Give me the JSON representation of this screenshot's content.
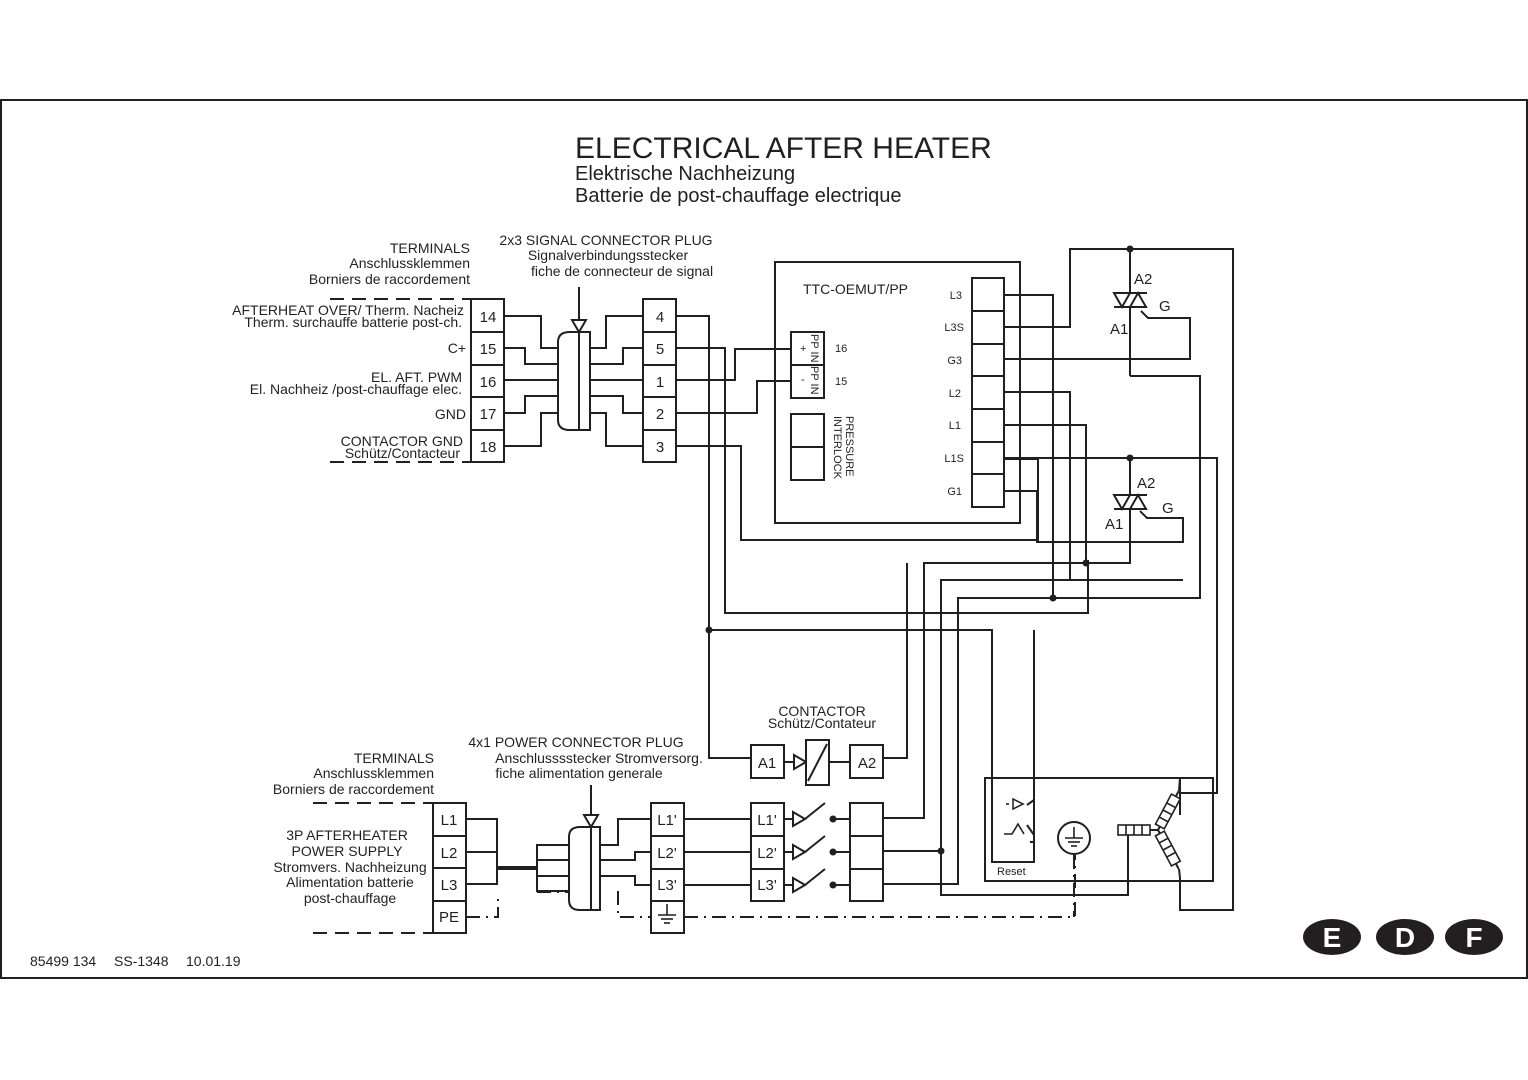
{
  "title": {
    "main": "ELECTRICAL AFTER HEATER",
    "de": "Elektrische Nachheizung",
    "fr": "Batterie de post-chauffage electrique"
  },
  "signal_terminals": {
    "header": [
      "TERMINALS",
      "Anschlussklemmen",
      "Borniers de raccordement"
    ],
    "rows": [
      {
        "number": "14",
        "label": [
          "AFTERHEAT OVER/ Therm. Nacheiz",
          "Therm. surchauffe batterie post-ch."
        ]
      },
      {
        "number": "15",
        "label": [
          "C+"
        ]
      },
      {
        "number": "16",
        "label": [
          "EL. AFT. PWM",
          "El. Nachheiz /post-chauffage elec."
        ]
      },
      {
        "number": "17",
        "label": [
          "GND"
        ]
      },
      {
        "number": "18",
        "label": [
          "CONTACTOR GND",
          "Schütz/Contacteur"
        ]
      }
    ]
  },
  "signal_plug": {
    "header": [
      "2x3 SIGNAL CONNECTOR PLUG",
      "Signalverbindungsstecker",
      "fiche de connecteur de signal"
    ],
    "pins": [
      "4",
      "5",
      "1",
      "2",
      "3"
    ]
  },
  "controller": {
    "name": "TTC-OEMUT/PP",
    "pp_in": {
      "plus": "+",
      "minus": "-",
      "label_top": "PP IN",
      "label_bottom": "PP IN",
      "pin_plus": "16",
      "pin_minus": "15"
    },
    "interlock_label": [
      "PRESSURE",
      "INTERLOCK"
    ],
    "outputs": [
      "L3",
      "L3S",
      "G3",
      "L2",
      "L1",
      "L1S",
      "G1"
    ]
  },
  "triacs": [
    {
      "a2": "A2",
      "a1": "A1",
      "g": "G"
    },
    {
      "a2": "A2",
      "a1": "A1",
      "g": "G"
    }
  ],
  "contactor": {
    "header": [
      "CONTACTOR",
      "Schütz/Contateur"
    ],
    "coil": {
      "a1": "A1",
      "a2": "A2"
    },
    "poles": [
      "L1'",
      "L2'",
      "L3'"
    ]
  },
  "power_terminals": {
    "header": [
      "TERMINALS",
      "Anschlussklemmen",
      "Borniers de raccordement"
    ],
    "label": [
      "3P AFTERHEATER",
      "POWER SUPPLY",
      "Stromvers. Nachheizung",
      "Alimentation batterie",
      "post-chauffage"
    ],
    "rows": [
      "L1",
      "L2",
      "L3",
      "PE"
    ]
  },
  "power_plug": {
    "header": [
      "4x1 POWER CONNECTOR PLUG",
      "Anschlusssstecker Stromversorg.",
      "fiche alimentation generale"
    ],
    "pins": [
      "L1'",
      "L2'",
      "L3'"
    ],
    "earth_icon": "ground-icon"
  },
  "heater": {
    "reset_label": "Reset"
  },
  "footer": {
    "doc_number": "85499 134",
    "code": "SS-1348",
    "date": "10.01.19"
  },
  "languages": [
    "E",
    "D",
    "F"
  ]
}
